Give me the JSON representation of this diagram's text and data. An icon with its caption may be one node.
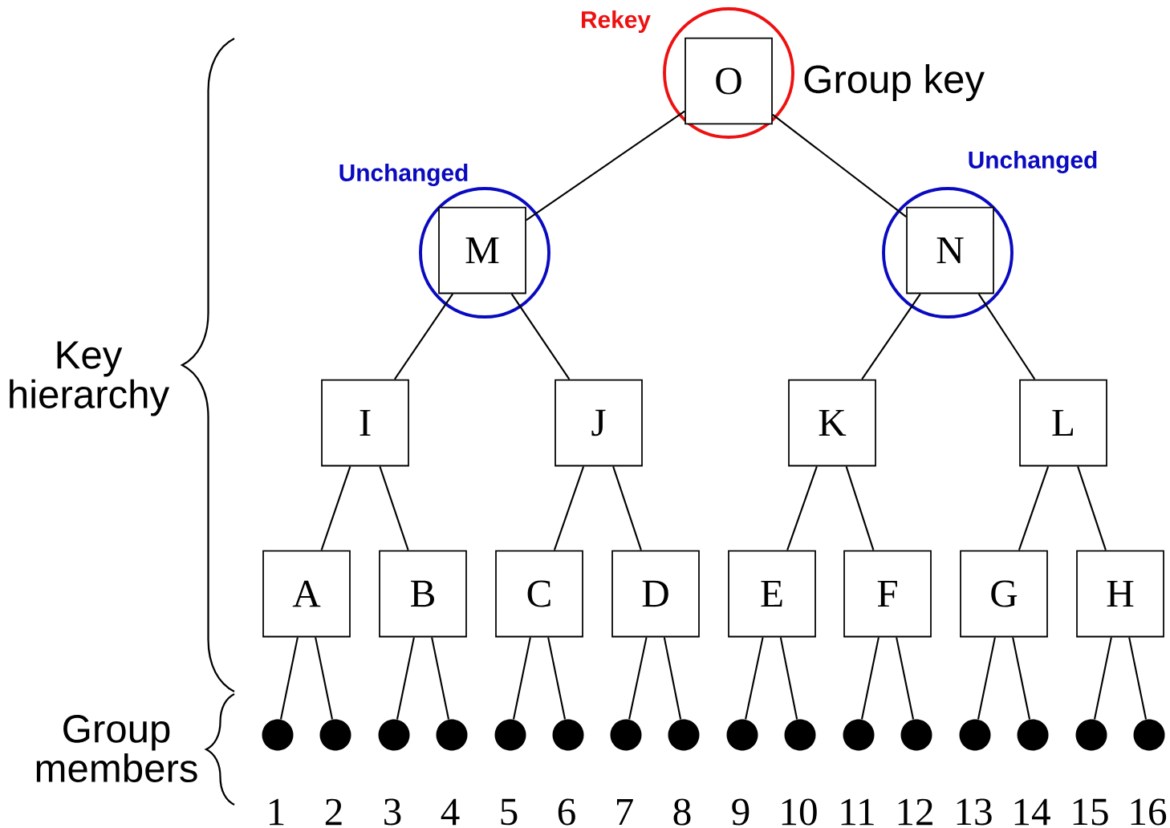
{
  "diagram": {
    "nodes": [
      {
        "text": [
          "O"
        ],
        "beside": [
          "Group key"
        ]
      },
      {
        "text": [
          "M"
        ]
      },
      {
        "text": [
          "N"
        ]
      },
      {
        "text": [
          "I"
        ]
      },
      {
        "text": [
          "J"
        ]
      },
      {
        "text": [
          "K"
        ]
      },
      {
        "text": [
          "L"
        ]
      },
      {
        "text": [
          "A"
        ]
      },
      {
        "text": [
          "B"
        ]
      },
      {
        "text": [
          "C"
        ]
      },
      {
        "text": [
          "D"
        ]
      },
      {
        "text": [
          "E"
        ]
      },
      {
        "text": [
          "F"
        ]
      },
      {
        "text": [
          "G"
        ]
      },
      {
        "text": [
          "H"
        ]
      },
      {
        "text": [],
        "shape": "circle",
        "beside": [
          "1"
        ]
      },
      {
        "text": [],
        "shape": "circle",
        "beside": [
          "2"
        ]
      },
      {
        "text": [],
        "shape": "circle",
        "beside": [
          "3"
        ]
      },
      {
        "text": [],
        "shape": "circle",
        "beside": [
          "4"
        ]
      },
      {
        "text": [],
        "shape": "circle",
        "beside": [
          "5"
        ]
      },
      {
        "text": [],
        "shape": "circle",
        "beside": [
          "6"
        ]
      },
      {
        "text": [],
        "shape": "circle",
        "beside": [
          "7"
        ]
      },
      {
        "text": [],
        "shape": "circle",
        "beside": [
          "8"
        ]
      },
      {
        "text": [],
        "shape": "circle",
        "beside": [
          "9"
        ]
      },
      {
        "text": [],
        "shape": "circle",
        "beside": [
          "10"
        ]
      },
      {
        "text": [],
        "shape": "circle",
        "beside": [
          "11"
        ]
      },
      {
        "text": [],
        "shape": "circle",
        "beside": [
          "12"
        ]
      },
      {
        "text": [],
        "shape": "circle",
        "beside": [
          "13"
        ]
      },
      {
        "text": [],
        "shape": "circle",
        "beside": [
          "14"
        ]
      },
      {
        "text": [],
        "shape": "circle",
        "beside": [
          "15"
        ]
      },
      {
        "text": [],
        "shape": "circle",
        "beside": [
          "16"
        ]
      }
    ],
    "edges": [
      {
        "from": 0,
        "to": 1,
        "arrow": "none"
      },
      {
        "from": 0,
        "to": 2,
        "arrow": "none"
      },
      {
        "from": 1,
        "to": 3,
        "arrow": "none"
      },
      {
        "from": 1,
        "to": 4,
        "arrow": "none"
      },
      {
        "from": 2,
        "to": 5,
        "arrow": "none"
      },
      {
        "from": 2,
        "to": 6,
        "arrow": "none"
      },
      {
        "from": 3,
        "to": 7,
        "arrow": "none"
      },
      {
        "from": 3,
        "to": 8,
        "arrow": "none"
      },
      {
        "from": 4,
        "to": 9,
        "arrow": "none"
      },
      {
        "from": 4,
        "to": 10,
        "arrow": "none"
      },
      {
        "from": 5,
        "to": 11,
        "arrow": "none"
      },
      {
        "from": 5,
        "to": 12,
        "arrow": "none"
      },
      {
        "from": 6,
        "to": 13,
        "arrow": "none"
      },
      {
        "from": 6,
        "to": 14,
        "arrow": "none"
      },
      {
        "from": 7,
        "to": 15,
        "arrow": "none"
      },
      {
        "from": 7,
        "to": 16,
        "arrow": "none"
      },
      {
        "from": 8,
        "to": 17,
        "arrow": "none"
      },
      {
        "from": 8,
        "to": 18,
        "arrow": "none"
      },
      {
        "from": 9,
        "to": 19,
        "arrow": "none"
      },
      {
        "from": 9,
        "to": 20,
        "arrow": "none"
      },
      {
        "from": 10,
        "to": 21,
        "arrow": "none"
      },
      {
        "from": 10,
        "to": 22,
        "arrow": "none"
      },
      {
        "from": 11,
        "to": 23,
        "arrow": "none"
      },
      {
        "from": 11,
        "to": 24,
        "arrow": "none"
      },
      {
        "from": 12,
        "to": 25,
        "arrow": "none"
      },
      {
        "from": 12,
        "to": 26,
        "arrow": "none"
      },
      {
        "from": 13,
        "to": 27,
        "arrow": "none"
      },
      {
        "from": 13,
        "to": 28,
        "arrow": "none"
      },
      {
        "from": 14,
        "to": 29,
        "arrow": "none"
      },
      {
        "from": 14,
        "to": 30,
        "arrow": "none"
      }
    ],
    "labels": [
      "Rekey",
      "Unchanged",
      "Unchanged",
      "Key hierarchy",
      "Group members"
    ]
  }
}
